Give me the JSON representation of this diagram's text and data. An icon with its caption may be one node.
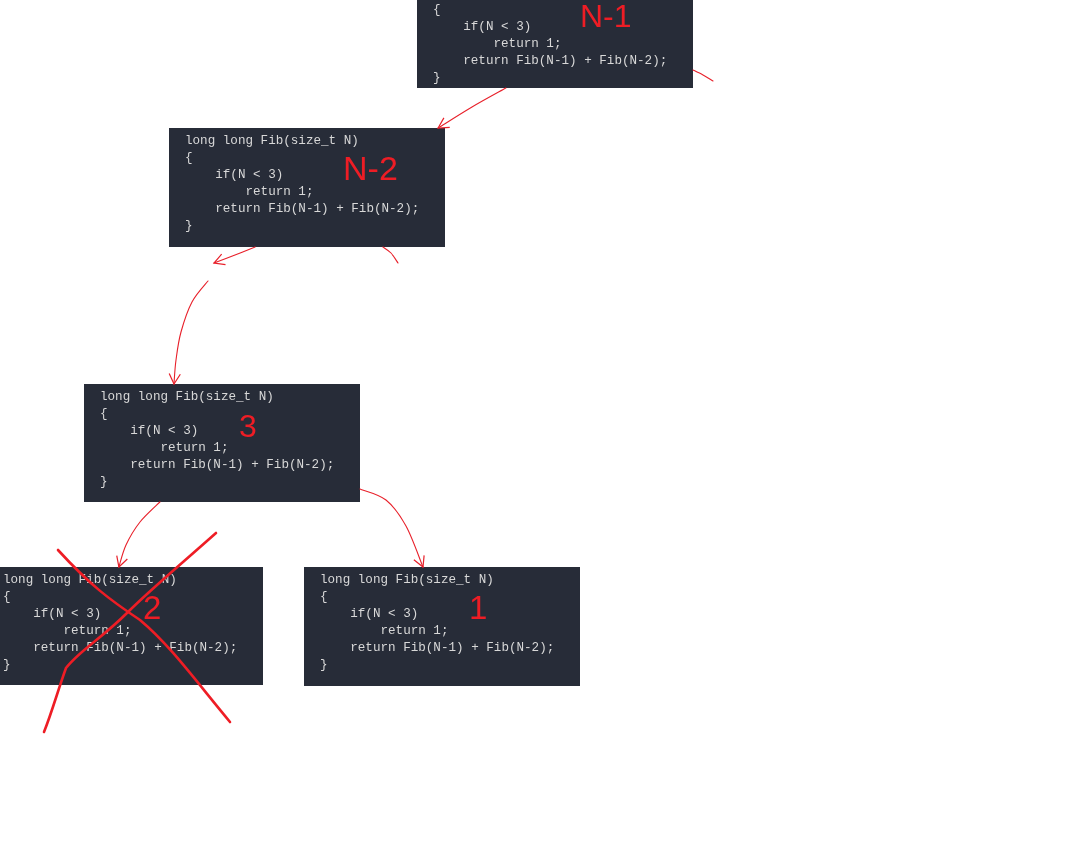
{
  "diagram": {
    "nodes": [
      {
        "text": [
          "{",
          "if(N < 3)",
          "return 1;",
          "return Fib(N-1) + Fib(N-2);",
          "}",
          "N-1"
        ]
      },
      {
        "text": [
          "long long Fib(size_t N)",
          "{",
          "if(N < 3)",
          "return 1;",
          "return Fib(N-1) + Fib(N-2);",
          "}",
          "N-2"
        ]
      },
      {
        "text": [
          "long long Fib(size_t N)",
          "{",
          "if(N < 3)",
          "return 1;",
          "return Fib(N-1) + Fib(N-2);",
          "}",
          "3"
        ]
      },
      {
        "text": [
          "long long Fib(size_t N)",
          "{",
          "if(N < 3)",
          "return 1;",
          "return Fib(N-1) + Fib(N-2);",
          "}",
          "2"
        ]
      },
      {
        "text": [
          "long long Fib(size_t N)",
          "{",
          "if(N < 3)",
          "return 1;",
          "return Fib(N-1) + Fib(N-2);",
          "}",
          "1"
        ]
      }
    ],
    "edges": [
      {
        "from": 0,
        "to": 1,
        "arrow": "to"
      },
      {
        "from": 0,
        "to": null,
        "arrow": "none"
      },
      {
        "from": 1,
        "to": null,
        "arrow": "none"
      },
      {
        "from": 1,
        "to": null,
        "arrow": "to"
      },
      {
        "from": null,
        "to": 2,
        "arrow": "to"
      },
      {
        "from": 2,
        "to": 3,
        "arrow": "to"
      },
      {
        "from": 2,
        "to": 4,
        "arrow": "to"
      }
    ]
  }
}
